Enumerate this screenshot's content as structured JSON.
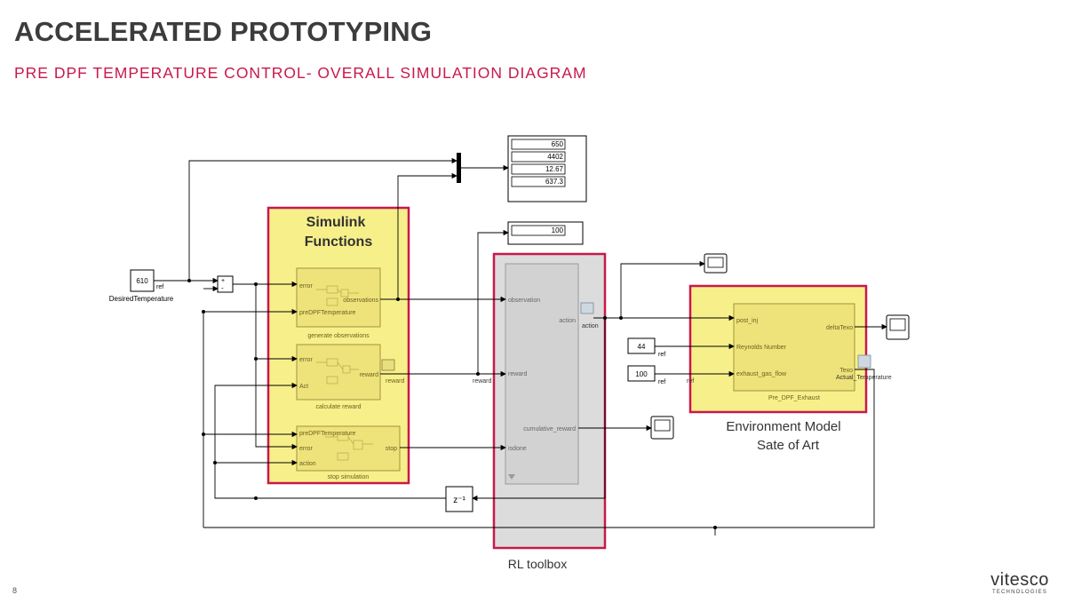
{
  "header": {
    "title": "ACCELERATED PROTOTYPING",
    "subtitle": "PRE DPF TEMPERATURE CONTROL- OVERALL SIMULATION DIAGRAM"
  },
  "footer": {
    "page_number": "8",
    "logo_word": "vitesco",
    "logo_sub": "TECHNOLOGIES"
  },
  "colors": {
    "accent": "#c8194b",
    "highlight_yellow": "#f7f08a",
    "rl_gray": "#dcdcdc",
    "block_border": "#b39b3a"
  },
  "diagram": {
    "desired_temp": {
      "value": "610",
      "port": "ref",
      "label": "DesiredTemperature"
    },
    "sum_block": {
      "plus": "+",
      "minus": "-"
    },
    "display_top": {
      "values": [
        "650",
        "4402",
        "12.67",
        "637.3"
      ]
    },
    "display_reward": {
      "value": "100"
    },
    "simulink_group_title": [
      "Simulink",
      "Functions"
    ],
    "gen_obs": {
      "in1": "error",
      "in2": "preDPFTemperature",
      "out": "observations",
      "name": "generate observations"
    },
    "calc_reward": {
      "in1": "error",
      "in2": "Act",
      "out": "reward",
      "signal": "reward",
      "name": "calculate reward"
    },
    "stop_sim": {
      "in1": "preDPFTemperature",
      "in2": "error",
      "in3": "action",
      "out": "stop",
      "name": "stop simulation"
    },
    "rl_agent": {
      "in1": "observation",
      "in2": "reward",
      "in3": "isdone",
      "out1": "action",
      "out2": "cumulative_reward",
      "signal_action": "action",
      "signal_reward": "reward"
    },
    "rl_label": "RL toolbox",
    "unit_delay": "z⁻¹",
    "env": {
      "in1": "post_inj",
      "in2": "Reynolds Number",
      "in3": "exhaust_gas_flow",
      "out1": "deltaTexo",
      "out2": "Texo",
      "out2b": "Actual_Temperature",
      "name": "Pre_DPF_Exhaust",
      "ref_tag": "ref"
    },
    "const_44": {
      "value": "44",
      "port": "ref"
    },
    "const_100": {
      "value": "100",
      "port": "ref"
    },
    "env_label": [
      "Environment Model",
      "Sate of Art"
    ]
  }
}
